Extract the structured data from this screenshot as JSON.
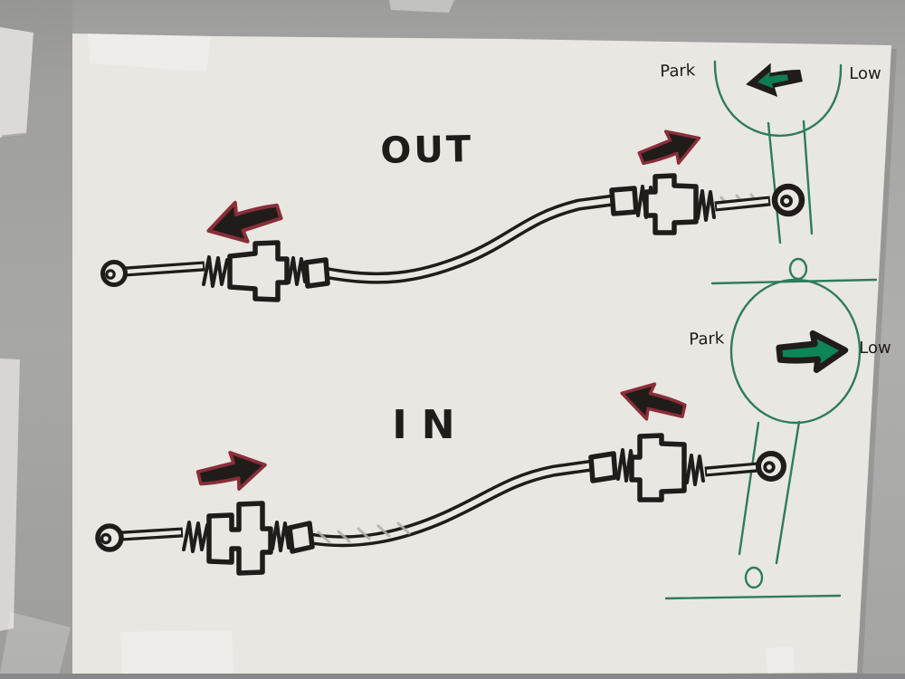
{
  "labels": {
    "out": "OUT",
    "in": "IN"
  },
  "gear_indicator_top": {
    "left_label": "Park",
    "right_label": "Low",
    "arrow_direction": "left"
  },
  "gear_indicator_bottom": {
    "left_label": "Park",
    "right_label": "Low",
    "arrow_direction": "right"
  },
  "cable_arrows": {
    "out_left_end": "left",
    "out_right_end": "right",
    "in_left_end": "right",
    "in_right_end": "left"
  },
  "colors": {
    "wall": "#a9a9a7",
    "paper": "#e9e7e2",
    "ink": "#201c19",
    "arrow_red": "#8a2e38",
    "marker_green": "#2e7c5a",
    "arrow_green": "#0e8556"
  }
}
